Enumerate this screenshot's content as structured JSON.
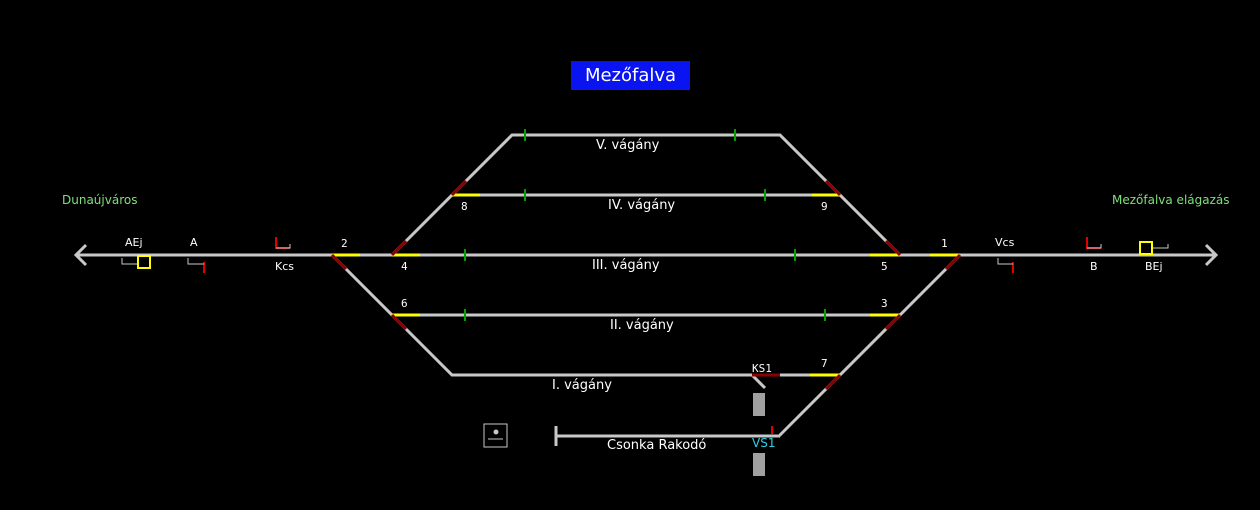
{
  "station": {
    "title": "Mezőfalva"
  },
  "destinations": {
    "left": "Dunaújváros",
    "right": "Mezőfalva elágazás"
  },
  "signals": {
    "aej": "AEj",
    "a": "A",
    "kcs": "Kcs",
    "vcs": "Vcs",
    "b": "B",
    "bej": "BEj",
    "ks1": "KS1",
    "vs1": "VS1"
  },
  "switches": [
    "1",
    "2",
    "3",
    "4",
    "5",
    "6",
    "7",
    "8",
    "9"
  ],
  "tracks": {
    "v": "V. vágány",
    "iv": "IV. vágány",
    "iii": "III. vágány",
    "ii": "II. vágány",
    "i": "I. vágány",
    "siding": "Csonka Rakodó"
  },
  "colors": {
    "track": "#c8c8c8",
    "switch_set": "#ffff00",
    "switch_red": "#7a0000",
    "signal": "#e00000",
    "insulation": "#00a000"
  }
}
